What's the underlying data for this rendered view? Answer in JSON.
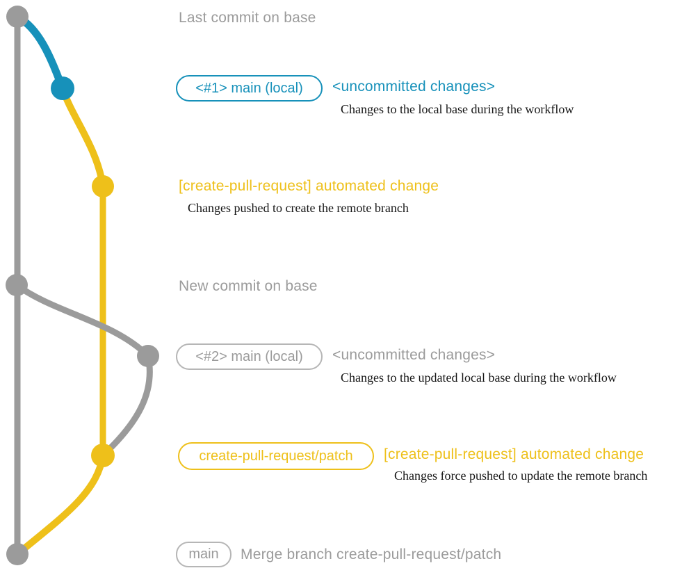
{
  "colors": {
    "gray": "#9b9b9b",
    "grayBorder": "#b6b6b6",
    "blue": "#1791ba",
    "yellow": "#eec01a",
    "ink": "#151515",
    "bg": "#ffffff"
  },
  "graph": {
    "branches": [
      {
        "name": "base",
        "color": "gray"
      },
      {
        "name": "main (local)",
        "color": "blue"
      },
      {
        "name": "create-pull-request/patch",
        "color": "yellow"
      }
    ],
    "commits": [
      {
        "id": "last-commit-on-base",
        "color": "gray"
      },
      {
        "id": "uncommitted-changes-1",
        "color": "blue"
      },
      {
        "id": "automated-change-1",
        "color": "yellow"
      },
      {
        "id": "new-commit-on-base",
        "color": "gray"
      },
      {
        "id": "uncommitted-changes-2",
        "color": "gray"
      },
      {
        "id": "automated-change-2",
        "color": "yellow"
      },
      {
        "id": "merge-commit",
        "color": "gray"
      }
    ]
  },
  "rows": {
    "last_commit": {
      "label": "Last commit on base"
    },
    "uncommitted1": {
      "badge": "<#1> main (local)",
      "heading": "<uncommitted changes>",
      "detail": "Changes to the local base during the workflow"
    },
    "automated1": {
      "heading": "[create-pull-request] automated change",
      "detail": "Changes pushed to create the remote branch"
    },
    "new_commit": {
      "label": "New commit on base"
    },
    "uncommitted2": {
      "badge": "<#2> main (local)",
      "heading": "<uncommitted changes>",
      "detail": "Changes to the updated local base during the workflow"
    },
    "automated2": {
      "badge": "create-pull-request/patch",
      "heading": "[create-pull-request] automated change",
      "detail": "Changes force pushed to update the remote branch"
    },
    "merge": {
      "badge": "main",
      "heading": "Merge branch create-pull-request/patch"
    }
  }
}
